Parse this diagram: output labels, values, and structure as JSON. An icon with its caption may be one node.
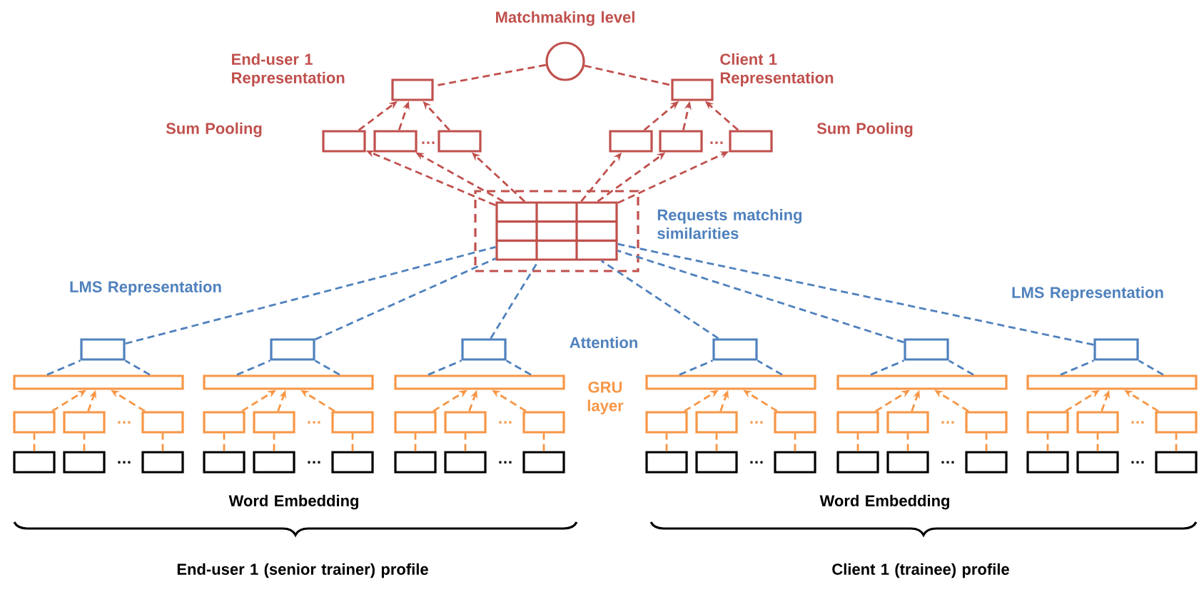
{
  "diagram": {
    "nodes": [
      {
        "text": [],
        "shape": "circle",
        "beside": [
          "Matchmaking level"
        ]
      },
      {
        "text": [],
        "shape": "box",
        "beside": [
          "End-user 1 Representation"
        ]
      },
      {
        "text": [],
        "shape": "box",
        "beside": [
          "Client 1 Representation"
        ]
      },
      {
        "text": [],
        "shape": "box"
      },
      {
        "text": [],
        "shape": "box"
      },
      {
        "text": [],
        "shape": "box"
      },
      {
        "text": [],
        "shape": "box"
      },
      {
        "text": [],
        "shape": "box"
      },
      {
        "text": [],
        "shape": "box"
      },
      {
        "text": [],
        "shape": "box",
        "beside": [
          "Requests matching similarities"
        ]
      },
      {
        "text": [],
        "shape": "grid",
        "in": 9
      },
      {
        "text": [],
        "shape": "box"
      },
      {
        "text": [],
        "shape": "box"
      },
      {
        "text": [],
        "shape": "box"
      },
      {
        "text": [],
        "shape": "box"
      },
      {
        "text": [],
        "shape": "box"
      },
      {
        "text": [],
        "shape": "box"
      },
      {
        "text": [],
        "shape": "bar"
      },
      {
        "text": [],
        "shape": "bar"
      },
      {
        "text": [],
        "shape": "bar"
      },
      {
        "text": [],
        "shape": "bar"
      },
      {
        "text": [],
        "shape": "bar"
      },
      {
        "text": [],
        "shape": "bar"
      },
      {
        "text": [],
        "shape": "box"
      },
      {
        "text": [],
        "shape": "box"
      },
      {
        "text": [],
        "shape": "box"
      },
      {
        "text": [],
        "shape": "box"
      },
      {
        "text": [],
        "shape": "box"
      },
      {
        "text": [],
        "shape": "box"
      },
      {
        "text": [],
        "shape": "box"
      },
      {
        "text": [],
        "shape": "box"
      },
      {
        "text": [],
        "shape": "box"
      },
      {
        "text": [],
        "shape": "box"
      },
      {
        "text": [],
        "shape": "box"
      },
      {
        "text": [],
        "shape": "box"
      },
      {
        "text": [],
        "shape": "box"
      },
      {
        "text": [],
        "shape": "box"
      },
      {
        "text": [],
        "shape": "box"
      },
      {
        "text": [],
        "shape": "box"
      },
      {
        "text": [],
        "shape": "box"
      },
      {
        "text": [],
        "shape": "box"
      },
      {
        "text": [],
        "shape": "box"
      },
      {
        "text": [],
        "shape": "box"
      },
      {
        "text": [],
        "shape": "box"
      },
      {
        "text": [],
        "shape": "box"
      },
      {
        "text": [],
        "shape": "box"
      },
      {
        "text": [],
        "shape": "box"
      },
      {
        "text": [],
        "shape": "box"
      },
      {
        "text": [],
        "shape": "box"
      },
      {
        "text": [],
        "shape": "box"
      },
      {
        "text": [],
        "shape": "box"
      },
      {
        "text": [],
        "shape": "box"
      },
      {
        "text": [],
        "shape": "box"
      },
      {
        "text": [],
        "shape": "box"
      },
      {
        "text": [],
        "shape": "box"
      },
      {
        "text": [],
        "shape": "box"
      },
      {
        "text": [],
        "shape": "box"
      },
      {
        "text": [],
        "shape": "box"
      },
      {
        "text": [],
        "shape": "box"
      }
    ],
    "edges": [
      {
        "from": 0,
        "to": 1,
        "arrow": "none",
        "style": "dashed",
        "color": "#c0504d"
      },
      {
        "from": 0,
        "to": 2,
        "arrow": "none",
        "style": "dashed",
        "color": "#c0504d"
      },
      {
        "from": 3,
        "to": 1,
        "arrow": "to",
        "style": "dashed",
        "color": "#c0504d"
      },
      {
        "from": 4,
        "to": 1,
        "arrow": "to",
        "style": "dashed",
        "color": "#c0504d"
      },
      {
        "from": 5,
        "to": 1,
        "arrow": "to",
        "style": "dashed",
        "color": "#c0504d"
      },
      {
        "from": 6,
        "to": 2,
        "arrow": "to",
        "style": "dashed",
        "color": "#c0504d"
      },
      {
        "from": 7,
        "to": 2,
        "arrow": "to",
        "style": "dashed",
        "color": "#c0504d"
      },
      {
        "from": 8,
        "to": 2,
        "arrow": "to",
        "style": "dashed",
        "color": "#c0504d"
      },
      {
        "from": 10,
        "to": 3,
        "arrow": "to",
        "style": "dashed",
        "color": "#c0504d"
      },
      {
        "from": 10,
        "to": 4,
        "arrow": "to",
        "style": "dashed",
        "color": "#c0504d"
      },
      {
        "from": 10,
        "to": 5,
        "arrow": "to",
        "style": "dashed",
        "color": "#c0504d"
      },
      {
        "from": 10,
        "to": 6,
        "arrow": "to",
        "style": "dashed",
        "color": "#c0504d"
      },
      {
        "from": 10,
        "to": 7,
        "arrow": "to",
        "style": "dashed",
        "color": "#c0504d"
      },
      {
        "from": 10,
        "to": 8,
        "arrow": "to",
        "style": "dashed",
        "color": "#c0504d"
      },
      {
        "from": 11,
        "to": 10,
        "arrow": "none",
        "style": "dashed",
        "color": "#4f81bd"
      },
      {
        "from": 12,
        "to": 10,
        "arrow": "none",
        "style": "dashed",
        "color": "#4f81bd"
      },
      {
        "from": 13,
        "to": 10,
        "arrow": "none",
        "style": "dashed",
        "color": "#4f81bd"
      },
      {
        "from": 14,
        "to": 10,
        "arrow": "none",
        "style": "dashed",
        "color": "#4f81bd"
      },
      {
        "from": 15,
        "to": 10,
        "arrow": "none",
        "style": "dashed",
        "color": "#4f81bd"
      },
      {
        "from": 16,
        "to": 10,
        "arrow": "none",
        "style": "dashed",
        "color": "#4f81bd"
      },
      {
        "from": 17,
        "to": 11,
        "arrow": "none",
        "style": "dashed",
        "color": "#4f81bd"
      },
      {
        "from": 17,
        "to": 11,
        "arrow": "none",
        "style": "dashed",
        "color": "#4f81bd"
      },
      {
        "from": 18,
        "to": 12,
        "arrow": "none",
        "style": "dashed",
        "color": "#4f81bd"
      },
      {
        "from": 18,
        "to": 12,
        "arrow": "none",
        "style": "dashed",
        "color": "#4f81bd"
      },
      {
        "from": 19,
        "to": 13,
        "arrow": "none",
        "style": "dashed",
        "color": "#4f81bd"
      },
      {
        "from": 19,
        "to": 13,
        "arrow": "none",
        "style": "dashed",
        "color": "#4f81bd"
      },
      {
        "from": 20,
        "to": 14,
        "arrow": "none",
        "style": "dashed",
        "color": "#4f81bd"
      },
      {
        "from": 20,
        "to": 14,
        "arrow": "none",
        "style": "dashed",
        "color": "#4f81bd"
      },
      {
        "from": 21,
        "to": 15,
        "arrow": "none",
        "style": "dashed",
        "color": "#4f81bd"
      },
      {
        "from": 21,
        "to": 15,
        "arrow": "none",
        "style": "dashed",
        "color": "#4f81bd"
      },
      {
        "from": 22,
        "to": 16,
        "arrow": "none",
        "style": "dashed",
        "color": "#4f81bd"
      },
      {
        "from": 22,
        "to": 16,
        "arrow": "none",
        "style": "dashed",
        "color": "#4f81bd"
      },
      {
        "from": 23,
        "to": 17,
        "arrow": "to",
        "style": "dashed"
      },
      {
        "from": 24,
        "to": 17,
        "arrow": "to",
        "style": "dashed"
      },
      {
        "from": 25,
        "to": 17,
        "arrow": "to",
        "style": "dashed"
      },
      {
        "from": 26,
        "to": 18,
        "arrow": "to",
        "style": "dashed"
      },
      {
        "from": 27,
        "to": 18,
        "arrow": "to",
        "style": "dashed"
      },
      {
        "from": 28,
        "to": 18,
        "arrow": "to",
        "style": "dashed"
      },
      {
        "from": 29,
        "to": 19,
        "arrow": "to",
        "style": "dashed"
      },
      {
        "from": 30,
        "to": 19,
        "arrow": "to",
        "style": "dashed"
      },
      {
        "from": 31,
        "to": 19,
        "arrow": "to",
        "style": "dashed"
      },
      {
        "from": 32,
        "to": 20,
        "arrow": "to",
        "style": "dashed"
      },
      {
        "from": 33,
        "to": 20,
        "arrow": "to",
        "style": "dashed"
      },
      {
        "from": 34,
        "to": 20,
        "arrow": "to",
        "style": "dashed"
      },
      {
        "from": 35,
        "to": 21,
        "arrow": "to",
        "style": "dashed"
      },
      {
        "from": 36,
        "to": 21,
        "arrow": "to",
        "style": "dashed"
      },
      {
        "from": 37,
        "to": 21,
        "arrow": "to",
        "style": "dashed"
      },
      {
        "from": 38,
        "to": 22,
        "arrow": "to",
        "style": "dashed"
      },
      {
        "from": 39,
        "to": 22,
        "arrow": "to",
        "style": "dashed"
      },
      {
        "from": 40,
        "to": 22,
        "arrow": "to",
        "style": "dashed"
      },
      {
        "from": 41,
        "to": 23,
        "arrow": "none",
        "style": "dashed"
      },
      {
        "from": 42,
        "to": 24,
        "arrow": "none",
        "style": "dashed"
      },
      {
        "from": 43,
        "to": 25,
        "arrow": "none",
        "style": "dashed"
      },
      {
        "from": 44,
        "to": 26,
        "arrow": "none",
        "style": "dashed"
      },
      {
        "from": 45,
        "to": 27,
        "arrow": "none",
        "style": "dashed"
      },
      {
        "from": 46,
        "to": 28,
        "arrow": "none",
        "style": "dashed"
      },
      {
        "from": 47,
        "to": 29,
        "arrow": "none",
        "style": "dashed"
      },
      {
        "from": 48,
        "to": 30,
        "arrow": "none",
        "style": "dashed"
      },
      {
        "from": 49,
        "to": 31,
        "arrow": "none",
        "style": "dashed"
      },
      {
        "from": 50,
        "to": 32,
        "arrow": "none",
        "style": "dashed"
      },
      {
        "from": 51,
        "to": 33,
        "arrow": "none",
        "style": "dashed"
      },
      {
        "from": 52,
        "to": 34,
        "arrow": "none",
        "style": "dashed"
      },
      {
        "from": 53,
        "to": 35,
        "arrow": "none",
        "style": "dashed"
      },
      {
        "from": 54,
        "to": 36,
        "arrow": "none",
        "style": "dashed"
      },
      {
        "from": 55,
        "to": 37,
        "arrow": "none",
        "style": "dashed"
      },
      {
        "from": 56,
        "to": 38,
        "arrow": "none",
        "style": "dashed"
      },
      {
        "from": 57,
        "to": 39,
        "arrow": "none",
        "style": "dashed"
      },
      {
        "from": 58,
        "to": 40,
        "arrow": "none",
        "style": "dashed"
      }
    ],
    "labels": [
      "Sum Pooling",
      "…",
      "…",
      "Sum Pooling",
      "LMS Representation",
      "LMS Representation",
      "Attention",
      "GRU layer",
      "…",
      "…",
      "…",
      "…",
      "…",
      "…",
      "…",
      "…",
      "…",
      "…",
      "…",
      "…",
      "Word Embedding",
      "Word Embedding",
      "End-user 1 (senior trainer) profile",
      "Client 1 (trainee) profile"
    ]
  }
}
